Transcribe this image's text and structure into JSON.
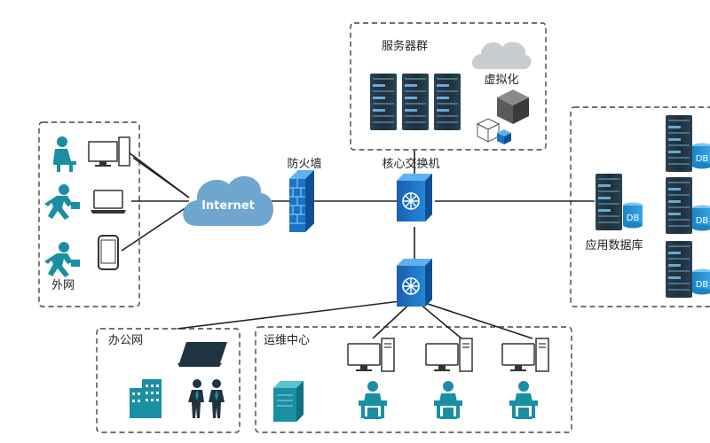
{
  "labels": {
    "server_cluster": "服务器群",
    "virtualization": "虚拟化",
    "firewall": "防火墙",
    "core_switch": "核心交换机",
    "internet": "Internet",
    "external_net": "外网",
    "app_database": "应用数据库",
    "office_net": "办公网",
    "ops_center": "运维中心",
    "db_badge": "DB"
  },
  "icons": {
    "external": [
      "desk-user-icon",
      "running-man-icon",
      "running-man-icon"
    ],
    "external_devices": [
      "desktop-computer-icon",
      "laptop-icon",
      "smartphone-icon"
    ]
  },
  "colors": {
    "device_dark": "#1f3340",
    "accent_blue": "#1a73c9",
    "teal": "#1a8fa3",
    "cloud": "#6fa6cf",
    "db_blue": "#1d8fd0",
    "dash_border": "#444444"
  }
}
